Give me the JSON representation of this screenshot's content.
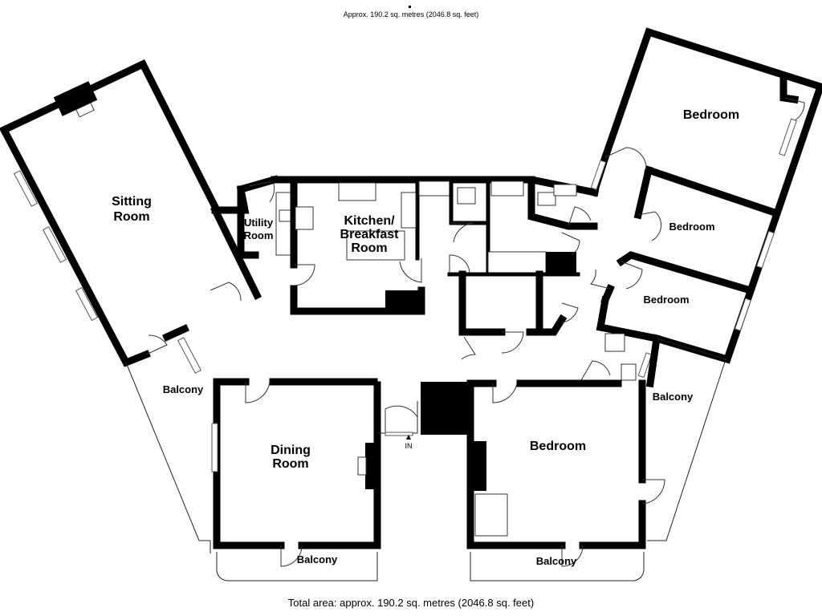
{
  "header": {
    "area_text": "Approx. 190.2 sq. metres (2046.8 sq. feet)"
  },
  "footer": {
    "area_text": "Total area: approx. 190.2 sq. metres (2046.8 sq. feet)"
  },
  "rooms": {
    "sitting_room": [
      "Sitting",
      "Room"
    ],
    "utility_room": [
      "Utility",
      "Room"
    ],
    "kitchen": [
      "Kitchen/",
      "Breakfast",
      "Room"
    ],
    "bedroom_top": "Bedroom",
    "bedroom_mid": "Bedroom",
    "bedroom_low": "Bedroom",
    "bedroom_main": "Bedroom",
    "dining_room": [
      "Dining",
      "Room"
    ],
    "balcony_left": "Balcony",
    "balcony_right": "Balcony",
    "balcony_dining": "Balcony",
    "balcony_bedroom": "Balcony"
  },
  "entrance_label": "IN"
}
